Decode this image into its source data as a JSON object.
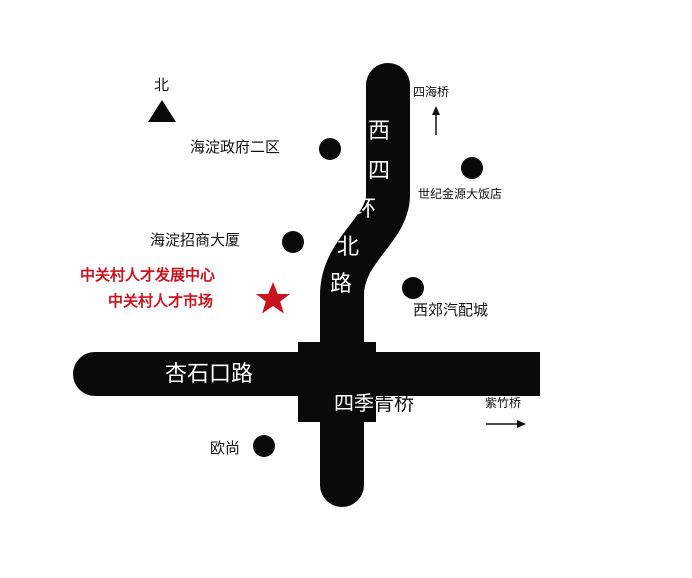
{
  "colors": {
    "road": "#0a0a0a",
    "road_text": "#ffffff",
    "highlight": "#c8141e",
    "label": "#111111",
    "background": "#ffffff"
  },
  "north": {
    "label": "北",
    "icon": "north-triangle-icon"
  },
  "roads": {
    "xisihuan": {
      "chars": [
        "西",
        "四",
        "环",
        "北",
        "路"
      ]
    },
    "xingshikou": {
      "label": "杏石口路"
    },
    "sijiqing": {
      "label": "四季青桥"
    }
  },
  "directions": {
    "sihai": {
      "label": "四海桥",
      "icon": "arrow-up-icon"
    },
    "zizhu": {
      "label": "紫竹桥",
      "icon": "arrow-right-icon"
    }
  },
  "landmarks": {
    "haidian_gov": {
      "label": "海淀政府二区",
      "icon": "dot-icon"
    },
    "shiji_jinyuan": {
      "label": "世纪金源大饭店",
      "icon": "dot-icon"
    },
    "haidian_zhaoshang": {
      "label": "海淀招商大厦",
      "icon": "dot-icon"
    },
    "xijiao_qipei": {
      "label": "西郊汽配城",
      "icon": "dot-icon"
    },
    "oushang": {
      "label": "欧尚",
      "icon": "dot-icon"
    }
  },
  "destination": {
    "line1": "中关村人才发展中心",
    "line2": "中关村人才市场",
    "icon": "star-icon"
  }
}
